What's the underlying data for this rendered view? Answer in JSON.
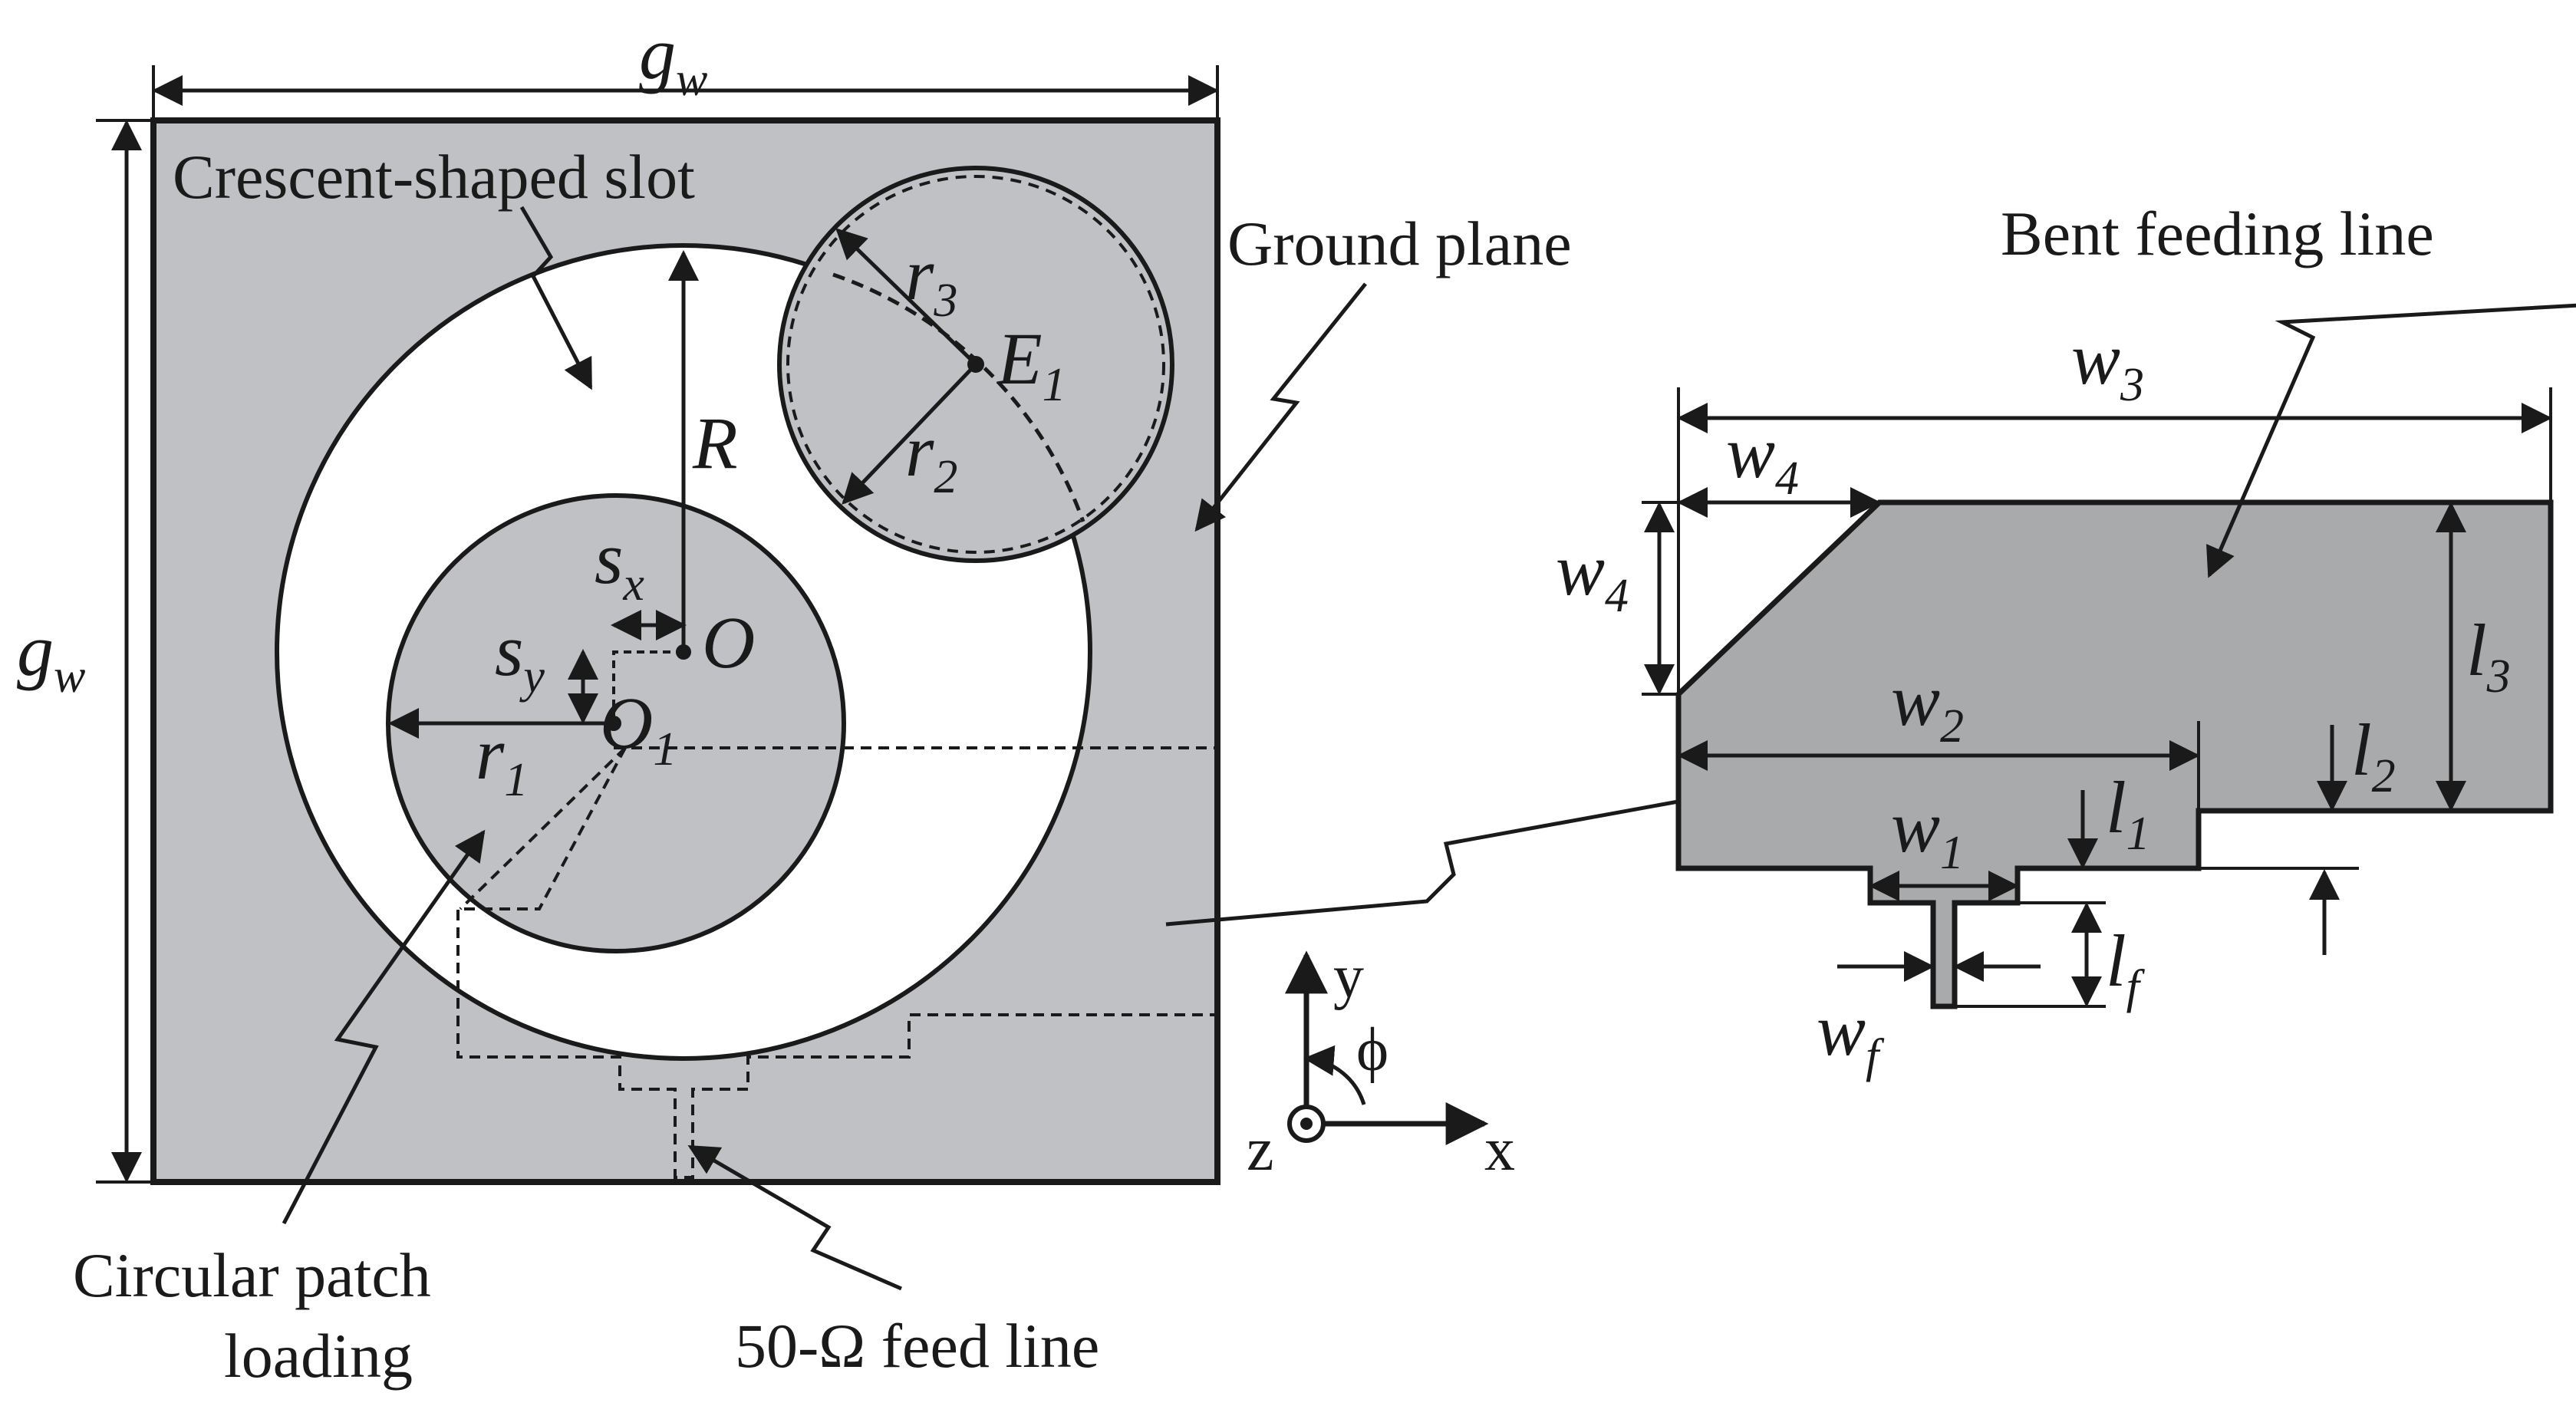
{
  "labels": {
    "crescent_slot": "Crescent-shaped slot",
    "ground_plane": "Ground plane",
    "bent_feeding_line": "Bent feeding line",
    "circular_patch_line1": "Circular patch",
    "circular_patch_line2": "loading",
    "feed_line": "50-Ω feed line"
  },
  "symbols": {
    "g": "g",
    "w_sub": "w",
    "R": "R",
    "r": "r",
    "one": "1",
    "two": "2",
    "three": "3",
    "four": "4",
    "s": "s",
    "x_sub": "x",
    "y_sub": "y",
    "O": "O",
    "E": "E",
    "w": "w",
    "l": "l",
    "f_sub": "f"
  },
  "axes": {
    "x": "x",
    "y": "y",
    "z": "z",
    "phi": "ϕ"
  },
  "colors": {
    "ground": "#c0c1c4",
    "feed": "#a9aaac",
    "slot": "#ffffff",
    "line": "#1a1a1a"
  }
}
